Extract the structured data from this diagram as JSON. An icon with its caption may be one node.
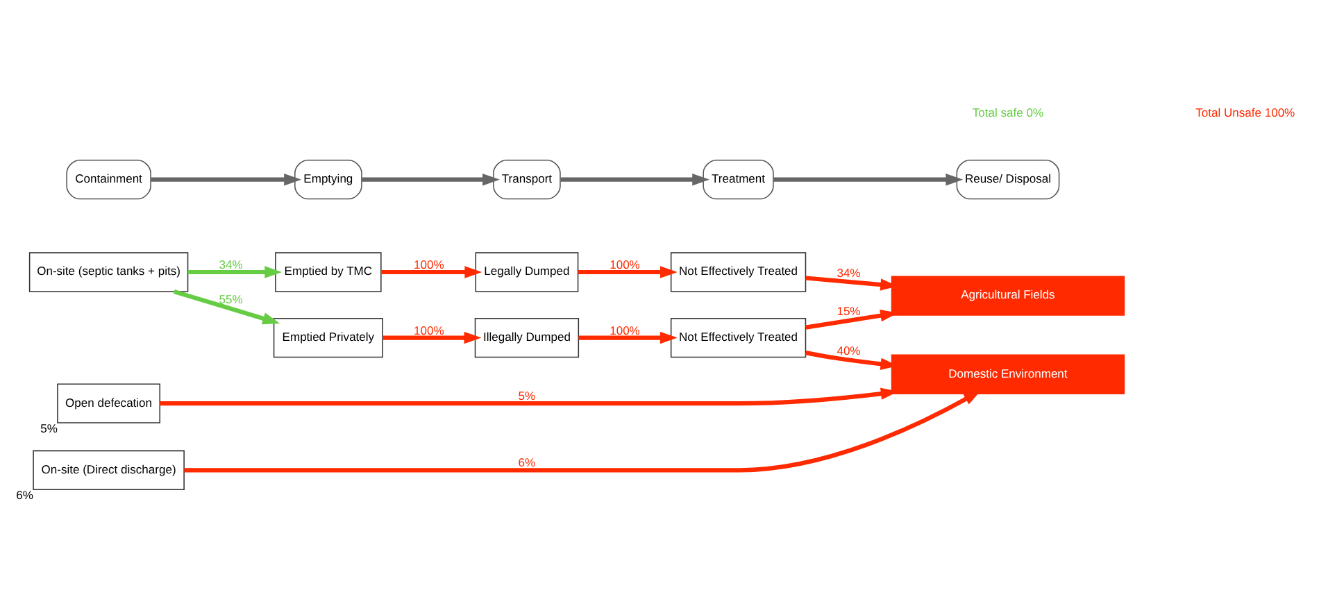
{
  "diagram": {
    "nodes": [
      {
        "text": [
          "Containment"
        ]
      },
      {
        "text": [
          "Emptying"
        ]
      },
      {
        "text": [
          "Transport"
        ]
      },
      {
        "text": [
          "Treatment"
        ]
      },
      {
        "text": [
          "Reuse/ Disposal"
        ]
      },
      {
        "text": [
          "On-site (septic tanks + pits)"
        ]
      },
      {
        "text": [
          "Emptied by TMC"
        ]
      },
      {
        "text": [
          "Emptied Privately"
        ]
      },
      {
        "text": [
          "Legally Dumped"
        ]
      },
      {
        "text": [
          "Illegally Dumped"
        ]
      },
      {
        "text": [
          "Not Effectively Treated"
        ]
      },
      {
        "text": [
          "Not Effectively Treated"
        ]
      },
      {
        "text": [
          "On-site (Direct discharge)"
        ],
        "beside": [
          "6%"
        ]
      },
      {
        "text": [
          "Open defecation"
        ],
        "beside": [
          "5%"
        ]
      },
      {
        "text": [
          "Domestic Environment"
        ]
      },
      {
        "text": [
          "Agricultural Fields"
        ]
      }
    ],
    "edges": [
      {
        "from": 0,
        "to": 1,
        "arrow": "to",
        "color": "#666666"
      },
      {
        "from": 1,
        "to": 2,
        "arrow": "to",
        "color": "#666666"
      },
      {
        "from": 2,
        "to": 3,
        "arrow": "to",
        "color": "#666666"
      },
      {
        "from": 3,
        "to": 4,
        "arrow": "to",
        "color": "#666666"
      },
      {
        "from": 5,
        "to": 6,
        "arrow": "to",
        "label": "34%",
        "color": "#66cc44"
      },
      {
        "from": 5,
        "to": 7,
        "arrow": "to",
        "label": "55%",
        "color": "#66cc44"
      },
      {
        "from": 6,
        "to": 8,
        "arrow": "to",
        "label": "100%",
        "color": "#ff2a00"
      },
      {
        "from": 7,
        "to": 9,
        "arrow": "to",
        "label": "100%",
        "color": "#ff2a00"
      },
      {
        "from": 8,
        "to": 10,
        "arrow": "to",
        "label": "100%",
        "color": "#ff2a00"
      },
      {
        "from": 9,
        "to": 11,
        "arrow": "to",
        "label": "100%",
        "color": "#ff2a00"
      },
      {
        "from": 10,
        "to": 15,
        "arrow": "to",
        "label": "34%",
        "color": "#ff2a00"
      },
      {
        "from": 11,
        "to": 15,
        "arrow": "to",
        "label": "15%",
        "color": "#ff2a00"
      },
      {
        "from": 11,
        "to": 14,
        "arrow": "to",
        "label": "40%",
        "color": "#ff2a00"
      },
      {
        "from": 12,
        "to": 14,
        "arrow": "to",
        "label": "6%",
        "color": "#ff2a00"
      },
      {
        "from": 13,
        "to": 14,
        "arrow": "to",
        "label": "5%",
        "color": "#ff2a00"
      }
    ],
    "labels": [
      "Total safe 0%",
      "Total Unsafe 100%"
    ]
  }
}
